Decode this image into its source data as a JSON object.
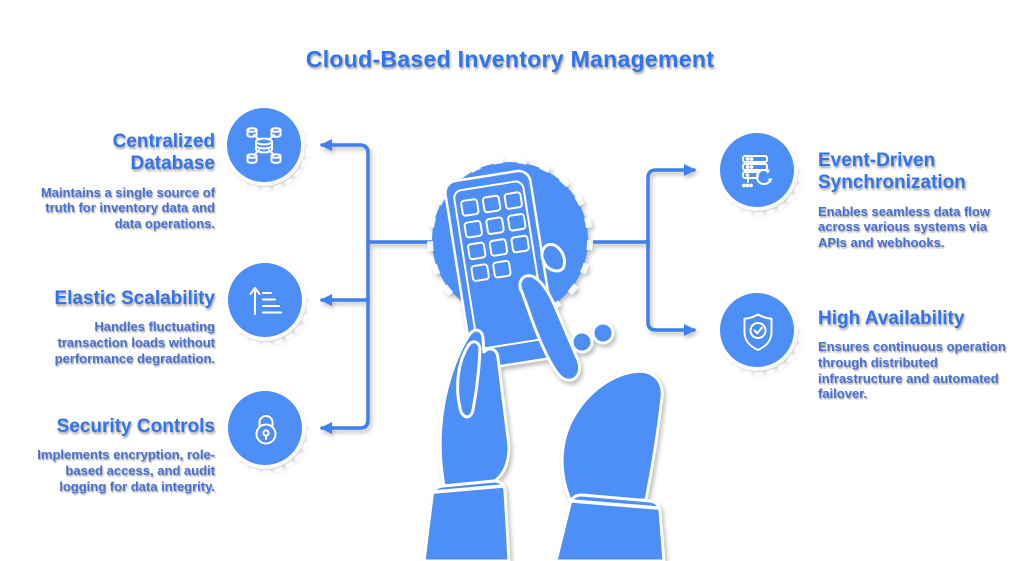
{
  "title": "Cloud-Based Inventory Management",
  "colors": {
    "primary_blue": "#4e8ef7",
    "connector_blue": "#3f7ff2",
    "heading_text_blue": "#3273f0",
    "body_text_blue": "#4a70d8",
    "icon_stroke": "#ffffff",
    "background": "#ffffff"
  },
  "left_items": [
    {
      "heading": "Centralized Database",
      "description": "Maintains a single source of truth for inventory data and data operations.",
      "icon": "database-cluster-icon"
    },
    {
      "heading": "Elastic Scalability",
      "description": "Handles fluctuating transaction loads without performance degradation.",
      "icon": "scale-up-icon"
    },
    {
      "heading": "Security Controls",
      "description": "Implements encryption, role-based access, and audit logging for data integrity.",
      "icon": "padlock-icon"
    }
  ],
  "right_items": [
    {
      "heading": "Event-Driven Synchronization",
      "description": "Enables seamless data flow across various systems via APIs and webhooks.",
      "icon": "server-sync-icon"
    },
    {
      "heading": "High Availability",
      "description": "Ensures continuous operation through distributed infrastructure and automated failover.",
      "icon": "shield-check-icon"
    }
  ],
  "center": {
    "illustration": "hands-holding-smartphone"
  }
}
